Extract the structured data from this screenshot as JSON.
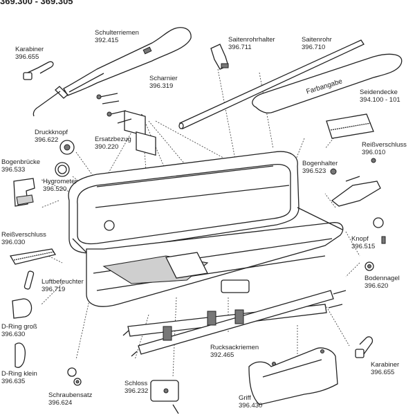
{
  "header_fragment": "369.300 - 369.305",
  "farbangabe": "Farbangabe",
  "parts": [
    {
      "id": "schulterriemen",
      "name": "Schulterriemen",
      "number": "392.415"
    },
    {
      "id": "saitenrohrhalter",
      "name": "Saitenrohrhalter",
      "number": "396.711"
    },
    {
      "id": "saitenrohr",
      "name": "Saitenrohr",
      "number": "396.710"
    },
    {
      "id": "karabiner-top",
      "name": "Karabiner",
      "number": "396.655"
    },
    {
      "id": "scharnier",
      "name": "Scharnier",
      "number": "396.319"
    },
    {
      "id": "seidendecke",
      "name": "Seidendecke",
      "number": "394.100 - 101"
    },
    {
      "id": "druckknopf",
      "name": "Druckknopf",
      "number": "396.622"
    },
    {
      "id": "ersatzbezug",
      "name": "Ersatzbezug",
      "number": "390.220"
    },
    {
      "id": "reissverschluss-right",
      "name": "Reißverschluss",
      "number": "396.010"
    },
    {
      "id": "bogenbruecke",
      "name": "Bogenbrücke",
      "number": "396.533"
    },
    {
      "id": "hygrometer",
      "name": "Hygrometer",
      "number": "396.520"
    },
    {
      "id": "bogenhalter",
      "name": "Bogenhalter",
      "number": "396.523"
    },
    {
      "id": "reissverschluss-left",
      "name": "Reißverschluss",
      "number": "396.030"
    },
    {
      "id": "knopf",
      "name": "Knopf",
      "number": "396.515"
    },
    {
      "id": "luftbefeuchter",
      "name": "Luftbefeuchter",
      "number": "396.719"
    },
    {
      "id": "bodennagel",
      "name": "Bodennagel",
      "number": "396.620"
    },
    {
      "id": "d-ring-gross",
      "name": "D-Ring groß",
      "number": "396.630"
    },
    {
      "id": "rucksackriemen",
      "name": "Rucksackriemen",
      "number": "392.465"
    },
    {
      "id": "karabiner-bottom",
      "name": "Karabiner",
      "number": "396.655"
    },
    {
      "id": "d-ring-klein",
      "name": "D-Ring klein",
      "number": "396.635"
    },
    {
      "id": "schloss",
      "name": "Schloss",
      "number": "396.232"
    },
    {
      "id": "schraubensatz",
      "name": "Schraubensatz",
      "number": "396.624"
    },
    {
      "id": "griff",
      "name": "Griff",
      "number": "396.430"
    }
  ]
}
